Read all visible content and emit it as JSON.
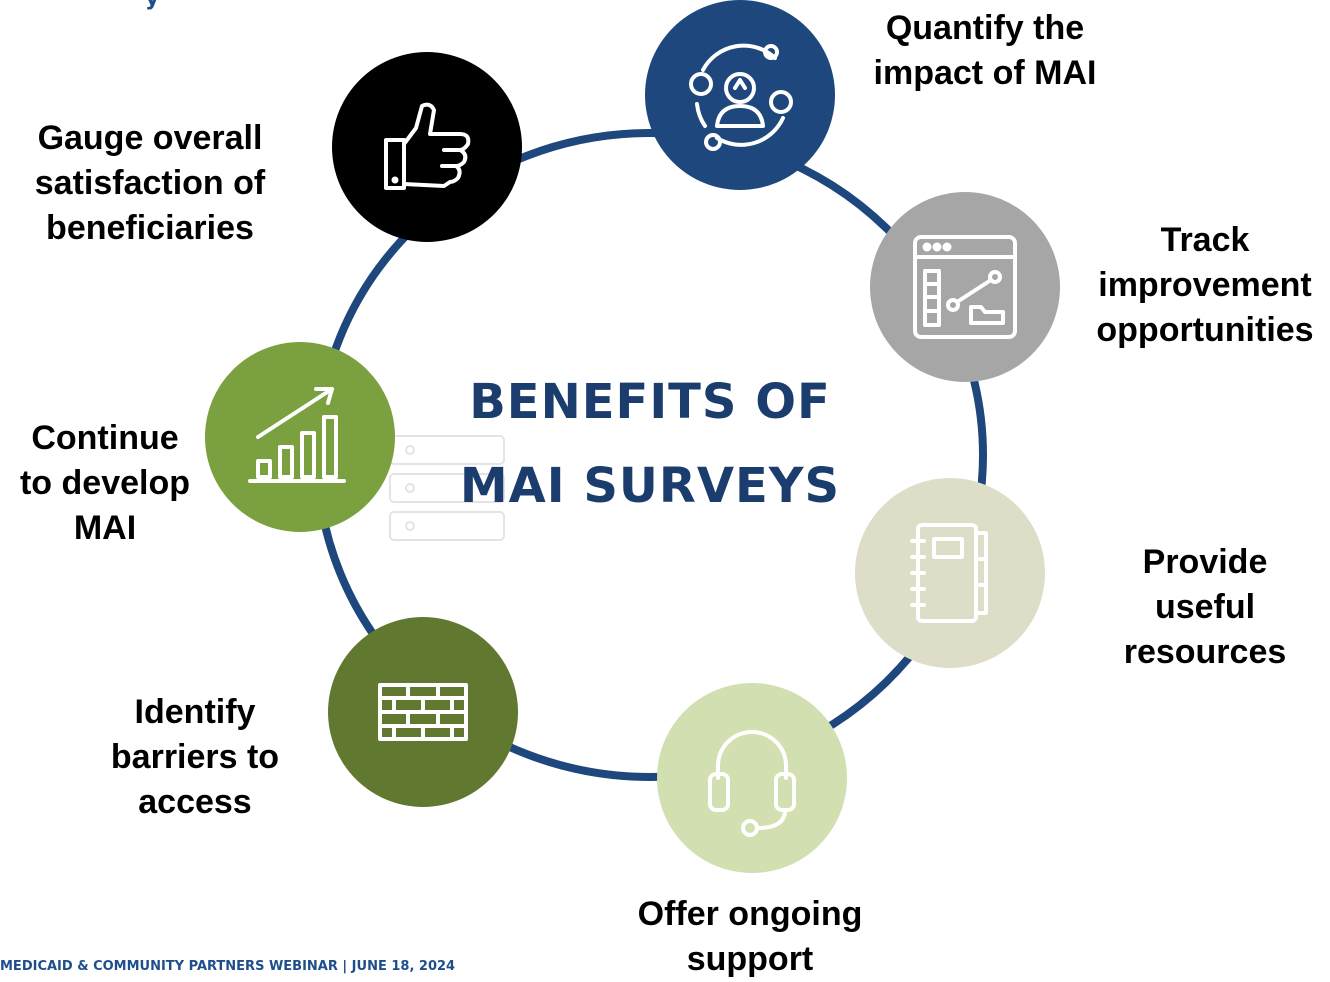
{
  "diagram": {
    "title": "BENEFITS OF\nMAI SURVEYS",
    "colors": {
      "ring": "#1e477d",
      "title": "#1b3d6d",
      "navy": "#1e477d",
      "gray": "#a6a6a6",
      "beige": "#deddc8",
      "light_green": "#d2dfb0",
      "dark_green": "#607830",
      "green": "#7ba03f",
      "black": "#000000"
    },
    "items": [
      {
        "label": "Quantify the\nimpact of MAI",
        "icon": "user-network-icon",
        "color": "navy"
      },
      {
        "label": "Track\nimprovement\nopportunities",
        "icon": "dashboard-window-icon",
        "color": "gray"
      },
      {
        "label": "Provide\nuseful\nresources",
        "icon": "notebook-icon",
        "color": "beige"
      },
      {
        "label": "Offer ongoing\nsupport",
        "icon": "headset-icon",
        "color": "light_green"
      },
      {
        "label": "Identify\nbarriers to\naccess",
        "icon": "brick-wall-icon",
        "color": "dark_green"
      },
      {
        "label": "Continue\nto develop\nMAI",
        "icon": "growth-chart-icon",
        "color": "green"
      },
      {
        "label": "Gauge overall\nsatisfaction of\nbeneficiaries",
        "icon": "thumbs-up-icon",
        "color": "black"
      }
    ]
  },
  "footer": {
    "text": "MEDICAID & COMMUNITY PARTNERS WEBINAR | JUNE 18, 2024"
  }
}
